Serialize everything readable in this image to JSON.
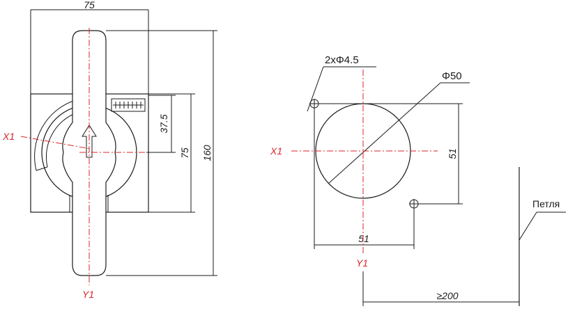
{
  "left_view": {
    "dim_width": "75",
    "dim_shaft_offset": "37.5",
    "dim_plate_height": "75",
    "dim_overall_height": "160",
    "axis_x_label": "X1",
    "axis_y_label": "Y1"
  },
  "right_view": {
    "dim_holes": "2xΦ4.5",
    "dim_diameter": "Φ50",
    "dim_hole_spacing_v": "51",
    "dim_hole_spacing_h": "51",
    "axis_x_label": "X1",
    "axis_y_label": "Y1",
    "dim_distance": "≥200",
    "hinge_label": "Петля"
  }
}
